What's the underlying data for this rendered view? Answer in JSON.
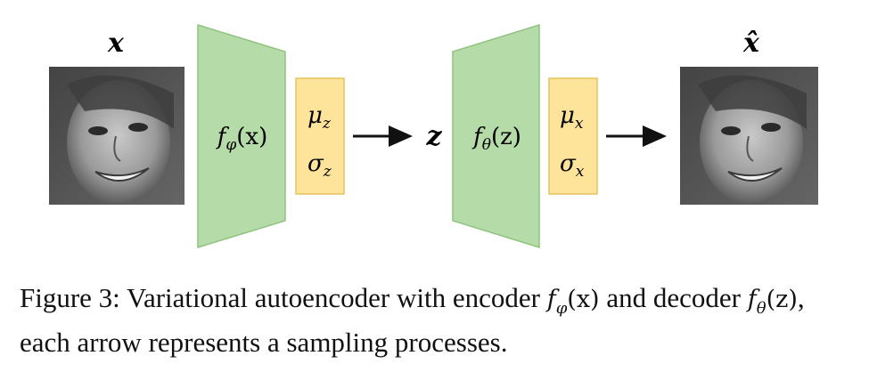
{
  "input_label": "x",
  "output_label": "x̂",
  "encoder": {
    "function_label": "fφ(x)",
    "fn": "f",
    "sub": "φ",
    "arg": "(x)",
    "params": [
      {
        "base": "μ",
        "sub": "z"
      },
      {
        "base": "σ",
        "sub": "z"
      }
    ]
  },
  "latent_label": "z",
  "decoder": {
    "function_label": "fθ(z)",
    "fn": "f",
    "sub": "θ",
    "arg": "(z)",
    "params": [
      {
        "base": "μ",
        "sub": "x"
      },
      {
        "base": "σ",
        "sub": "x"
      }
    ]
  },
  "colors": {
    "network_fill": "#b5dba8",
    "network_stroke": "#8fc47f",
    "param_fill": "#fde49a",
    "param_stroke": "#e8c35a",
    "arrow": "#111111"
  },
  "caption": {
    "prefix": "Figure 3: Variational autoencoder with encoder ",
    "enc_fn": "f",
    "enc_sub": "φ",
    "enc_arg": "(x)",
    "mid": " and decoder ",
    "dec_fn": "f",
    "dec_sub": "θ",
    "dec_arg": "(z)",
    "suffix": ", each arrow represents a sampling processes."
  },
  "images": {
    "input": "face-photo-grayscale",
    "output": "reconstructed-face-photo-grayscale"
  }
}
